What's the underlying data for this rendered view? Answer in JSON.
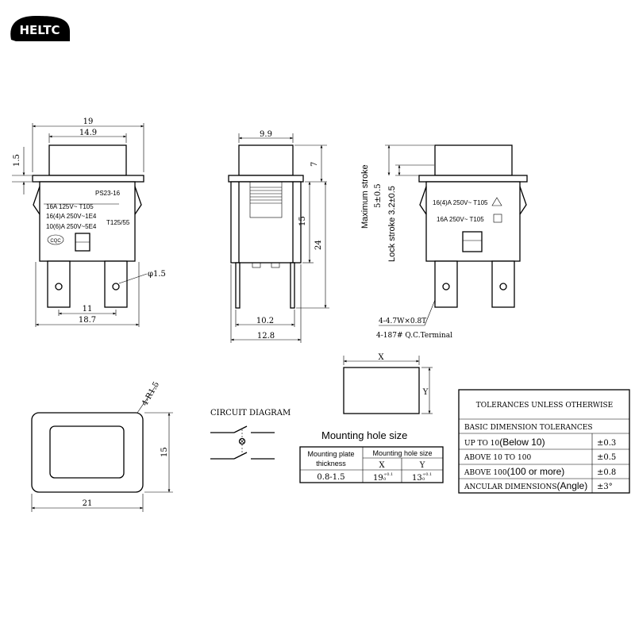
{
  "logo": {
    "text": "HELTC",
    "bg_color": "#000000",
    "text_color": "#ffffff"
  },
  "front_view": {
    "dim_19": "19",
    "dim_14_9": "14.9",
    "dim_1_5": "1.5",
    "model": "PS23-16",
    "rating_1": "16A 125V~  T105",
    "rating_2": "16(4)A 250V~1E4",
    "rating_3": "10(6)A 250V~5E4",
    "temp": "T125/55",
    "cqc": "CQC",
    "hole_dia": "φ1.5",
    "dim_11": "11",
    "dim_18_7": "18.7"
  },
  "side_view": {
    "dim_9_9": "9.9",
    "dim_7": "7",
    "dim_15": "15",
    "dim_24": "24",
    "dim_10_2": "10.2",
    "dim_12_8": "12.8"
  },
  "right_view": {
    "max_stroke_label": "Maximum stroke",
    "max_stroke_value": "5±0.5",
    "lock_stroke_label": "Lock stroke 3.2±0.5",
    "rating_1": "16(4)A 250V~  T105",
    "rating_2": "16A 250V~  T105",
    "terminal_1": "4-4.7W×0.8T",
    "terminal_2": "4-187# Q.C.Terminal"
  },
  "bottom_view": {
    "radius": "4-R1.5",
    "dim_15": "15",
    "dim_21": "21"
  },
  "circuit": {
    "title": "CIRCUIT DIAGRAM"
  },
  "mounting_hole": {
    "title": "Mounting hole size",
    "x_label": "X",
    "y_label": "Y",
    "col_plate": "Mounting plate thickness",
    "col_hole": "Mounting hole size",
    "col_x": "X",
    "col_y": "Y",
    "plate_value": "0.8-1.5",
    "x_value": "19",
    "x_tol_upper": "+0.1",
    "x_tol_lower": "0",
    "y_value": "13",
    "y_tol_upper": "+0.1",
    "y_tol_lower": "0"
  },
  "tolerances": {
    "title": "TOLERANCES UNLESS OTHERWISE",
    "subtitle": "BASIC DIMENSION TOLERANCES",
    "rows": [
      {
        "range": "UP TO 10",
        "note": "(Below 10)",
        "tol": "±0.3"
      },
      {
        "range": "ABOVE 10 TO 100",
        "note": "",
        "tol": "±0.5"
      },
      {
        "range": "ABOVE 100",
        "note": "(100 or more)",
        "tol": "±0.8"
      },
      {
        "range": "ANCULAR DIMENSIONS",
        "note": "(Angle)",
        "tol": "±3°"
      }
    ]
  }
}
